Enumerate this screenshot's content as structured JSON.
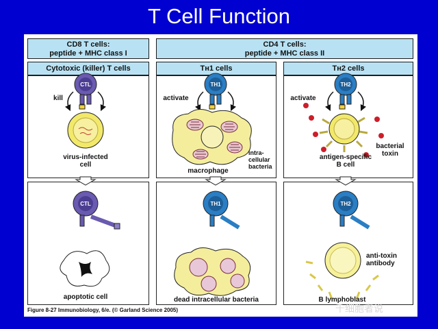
{
  "title": "T Cell Function",
  "headers": {
    "cd8": "CD8 T cells:\npeptide + MHC class I",
    "cd4": "CD4 T cells:\npeptide + MHC class II"
  },
  "subheaders": {
    "ctl": "Cytotoxic (killer) T cells",
    "th1": "Tʜ1 cells",
    "th2": "Tʜ2 cells"
  },
  "cells": {
    "ctl": "CTL",
    "th1": "TH1",
    "th2": "TH2"
  },
  "labels": {
    "kill": "kill",
    "activate1": "activate",
    "activate2": "activate",
    "virus_infected": "virus-infected\ncell",
    "macrophage": "macrophage",
    "intracellular": "intra-\ncellular\nbacteria",
    "bacterial_toxin": "bacterial\ntoxin",
    "antigen_specific": "antigen-specific\nB cell",
    "apoptotic": "apoptotic cell",
    "dead_bacteria": "dead intracellular bacteria",
    "anti_toxin": "anti-toxin\nantibody",
    "lymphoblast": "B lymphoblast"
  },
  "caption": "Figure 8-27  Immunobiology, 6/e. (© Garland Science 2005)",
  "watermark": "千细胞者说",
  "colors": {
    "background": "#0000d0",
    "header_fill": "#b8e2f4",
    "ctl_cell": "#6a5ab0",
    "th_cell": "#2a7ec4",
    "target_cell": "#f2e96a",
    "macrophage": "#f4ee9c",
    "toxin": "#cc1e2a"
  }
}
